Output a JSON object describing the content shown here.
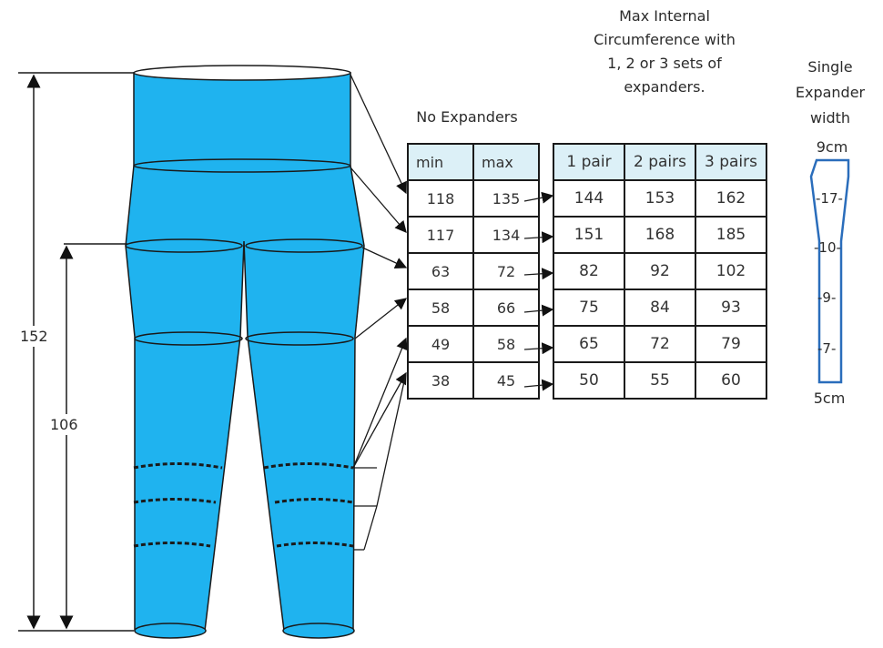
{
  "dimensions": {
    "total_height": "152",
    "inseam": "106"
  },
  "no_expanders": {
    "title": "No Expanders",
    "headers": [
      "min",
      "max"
    ],
    "rows": [
      [
        "118",
        "135"
      ],
      [
        "117",
        "134"
      ],
      [
        "63",
        "72"
      ],
      [
        "58",
        "66"
      ],
      [
        "49",
        "58"
      ],
      [
        "38",
        "45"
      ]
    ]
  },
  "with_expanders": {
    "title_lines": [
      "Max Internal",
      "Circumference with",
      "1, 2 or 3 sets of",
      "expanders."
    ],
    "headers": [
      "1 pair",
      "2 pairs",
      "3 pairs"
    ],
    "rows": [
      [
        "144",
        "153",
        "162"
      ],
      [
        "151",
        "168",
        "185"
      ],
      [
        "82",
        "92",
        "102"
      ],
      [
        "75",
        "84",
        "93"
      ],
      [
        "65",
        "72",
        "79"
      ],
      [
        "50",
        "55",
        "60"
      ]
    ]
  },
  "expander": {
    "title_lines": [
      "Single",
      "Expander",
      "width"
    ],
    "top_width": "9cm",
    "bottom_width": "5cm",
    "markings": [
      "-17-",
      "-10-",
      "-9-",
      "-7-"
    ]
  },
  "colors": {
    "garment_fill": "#1fb3ef",
    "table_header_fill": "#dcf0f7",
    "line": "#1a1a1a"
  }
}
